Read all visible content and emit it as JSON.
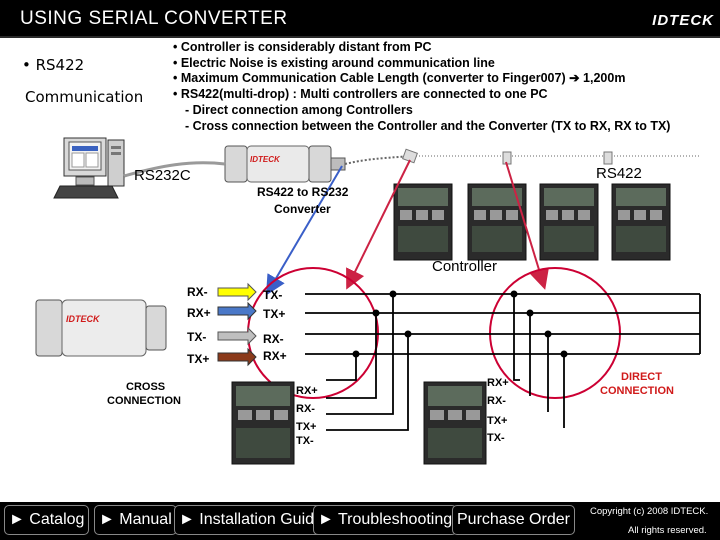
{
  "header": {
    "title": "USING SERIAL CONVERTER",
    "logo": "IDTECK"
  },
  "sidebar": {
    "line1": "• RS422",
    "line2": "Communication"
  },
  "bullets": [
    "• Controller is considerably distant from  PC",
    "• Electric Noise is existing around communication line",
    "• Maximum Communication Cable Length (converter to Finger007)  ➔ 1,200m",
    "• RS422(multi-drop) : Multi controllers are connected to one PC",
    "  - Direct connection among Controllers",
    "  - Cross connection between the Controller and the Converter (TX to RX, RX to TX)"
  ],
  "diagram": {
    "rs232c": "RS232C",
    "rs422": "RS422",
    "converter_line1": "RS422 to RS232",
    "converter_line2": "Converter",
    "controller": "Controller",
    "cross_line1": "CROSS",
    "cross_line2": "CONNECTION",
    "direct_line1": "DIRECT",
    "direct_line2": "CONNECTION",
    "wires_left": [
      "RX-",
      "RX+",
      "TX-",
      "TX+"
    ],
    "wires_right": [
      "TX-",
      "TX+",
      "RX-",
      "RX+"
    ],
    "ctrl1_pins": [
      "RX+",
      "RX-",
      "TX+",
      "TX-"
    ],
    "ctrl2_pins": [
      "RX+",
      "RX-",
      "TX+",
      "TX-"
    ],
    "device_label": "IDTECK",
    "wire_colors": [
      "#ffff00",
      "#4a78c8",
      "#bfbfbf",
      "#8b3a1a"
    ],
    "bus_color": "#cc0033"
  },
  "nav": {
    "catalog": "► Catalog",
    "manual": "► Manual",
    "install": "► Installation Guide",
    "trouble": "► Troubleshooting",
    "purchase": "Purchase Order"
  },
  "copyright": {
    "line1": "Copyright (c) 2008 IDTECK.",
    "line2": "All rights reserved."
  }
}
